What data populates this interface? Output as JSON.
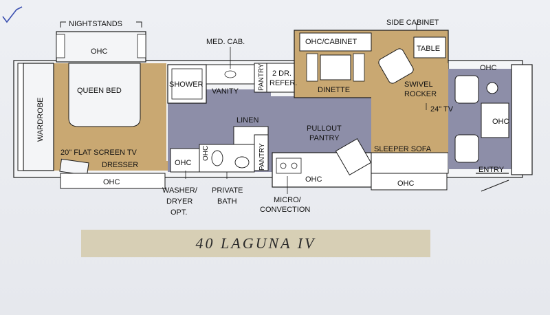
{
  "title": "40 LAGUNA IV",
  "labels": {
    "nightstands": "NIGHTSTANDS",
    "ohc": "OHC",
    "queen_bed": "QUEEN BED",
    "wardrobe": "WARDROBE",
    "flat_tv": "20\" FLAT SCREEN TV",
    "dresser": "DRESSER",
    "med_cab": "MED. CAB.",
    "shower": "SHOWER",
    "vanity": "VANITY",
    "pantry": "PANTRY",
    "refer_1": "2 DR.",
    "refer_2": "REFER.",
    "linen": "LINEN",
    "washer_1": "WASHER/",
    "washer_2": "DRYER",
    "washer_3": "OPT.",
    "private_1": "PRIVATE",
    "private_2": "BATH",
    "micro_1": "MICRO/",
    "micro_2": "CONVECTION",
    "ohc_cabinet": "OHC/CABINET",
    "side_cabinet": "SIDE CABINET",
    "table": "TABLE",
    "dinette": "DINETTE",
    "swivel": "SWIVEL",
    "rocker": "ROCKER",
    "tv24": "24\" TV",
    "pullout_1": "PULLOUT",
    "pullout_2": "PANTRY",
    "sleeper_sofa": "SLEEPER SOFA",
    "entry": "ENTRY"
  },
  "colors": {
    "tan": "#c9a872",
    "slate": "#8d8ea8",
    "white": "#f4f5f7",
    "wall": "#1a1a1a",
    "title_bar": "#d7cfb5"
  }
}
